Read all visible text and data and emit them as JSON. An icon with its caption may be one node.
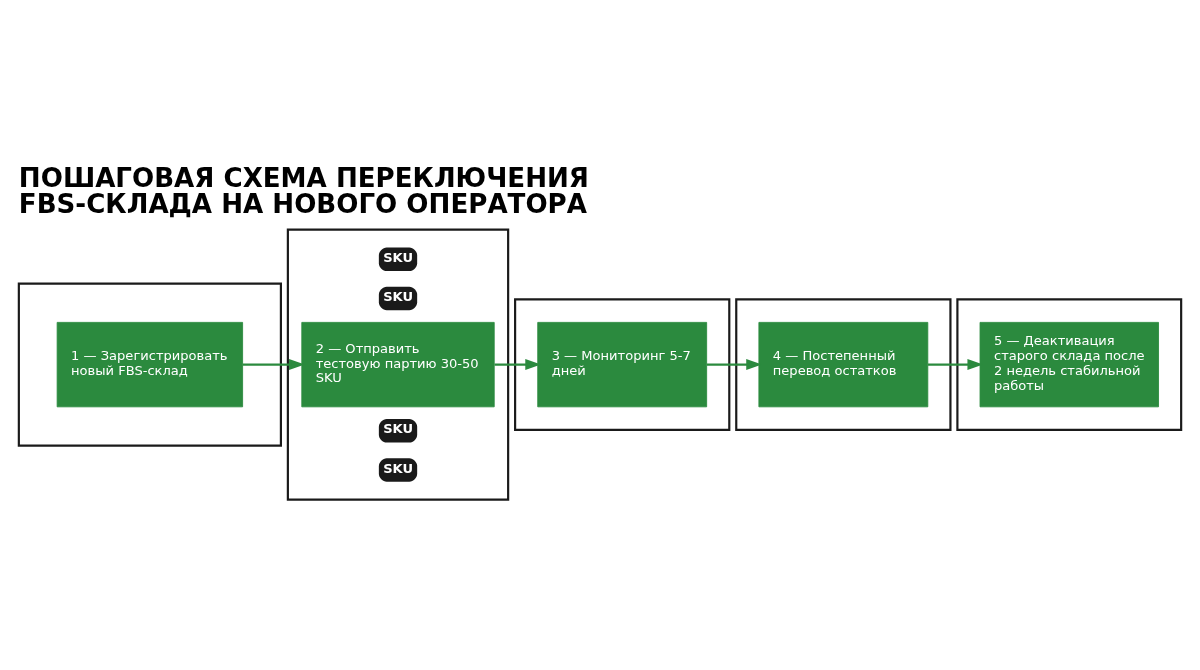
{
  "diagram": {
    "title": "ПОШАГОВАЯ СХЕМА ПЕРЕКЛЮЧЕНИЯ FBS-СКЛАДА НА НОВОГО ОПЕРАТОРА",
    "nodes": [
      {
        "text": [],
        "shape": "box"
      },
      {
        "text": [
          "1 — Зарегистрировать новый FBS-склад"
        ],
        "in": 0
      },
      {
        "text": [],
        "shape": "box"
      },
      {
        "text": [
          "2 — Отправить тестовую партию 30-50 SKU"
        ],
        "in": 2
      },
      {
        "text": [],
        "shape": "box"
      },
      {
        "text": [
          "3 — Мониторинг 5-7 дней"
        ],
        "in": 4
      },
      {
        "text": [],
        "shape": "box"
      },
      {
        "text": [
          "4 — Постепенный перевод остатков"
        ],
        "in": 6
      },
      {
        "text": [],
        "shape": "box"
      },
      {
        "text": [
          "5 — Деактивация старого склада после 2 недель стабильной работы"
        ],
        "in": 8
      }
    ],
    "edges": [
      {
        "from": 1,
        "to": 3,
        "arrow": "to"
      },
      {
        "from": 3,
        "to": 5,
        "arrow": "to"
      },
      {
        "from": 5,
        "to": 7,
        "arrow": "to"
      },
      {
        "from": 7,
        "to": 9,
        "arrow": "to"
      }
    ],
    "labels": [
      "SKU",
      "SKU",
      "SKU",
      "SKU"
    ]
  }
}
